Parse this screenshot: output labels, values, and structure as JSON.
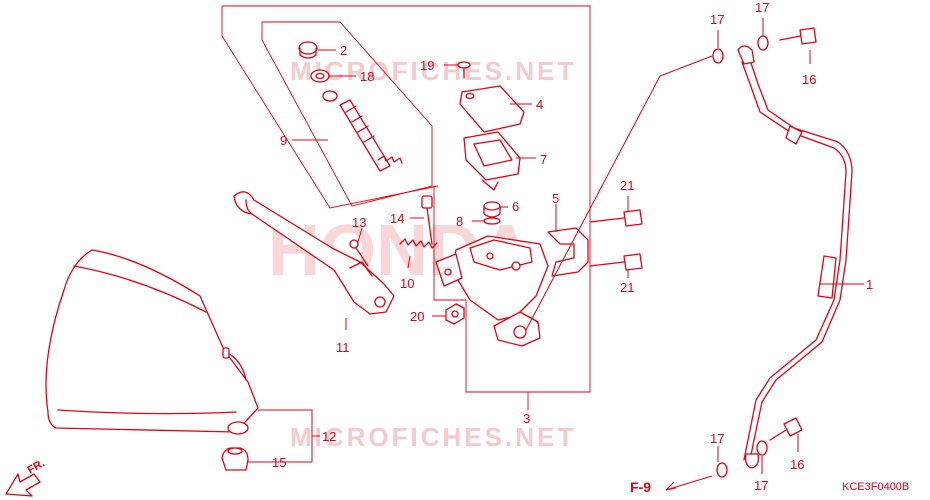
{
  "watermark": {
    "site": "MICROFICHES.NET",
    "logo": "HONDA"
  },
  "diagram_code": "KCE3F0400B",
  "page_reference": "F-9",
  "direction_arrow": "FR.",
  "parts": {
    "p1": "1",
    "p2": "2",
    "p3": "3",
    "p4": "4",
    "p5": "5",
    "p6": "6",
    "p7": "7",
    "p8": "8",
    "p9": "9",
    "p10": "10",
    "p11": "11",
    "p12": "12",
    "p13": "13",
    "p14": "14",
    "p15": "15",
    "p16_top": "16",
    "p16_bottom": "16",
    "p17_top_left": "17",
    "p17_top_right": "17",
    "p17_bottom_left": "17",
    "p17_bottom_right": "17",
    "p18": "18",
    "p19": "19",
    "p20": "20",
    "p21_top": "21",
    "p21_bottom": "21"
  },
  "colors": {
    "line": "#e60012",
    "watermark": "#f6c9cc"
  }
}
